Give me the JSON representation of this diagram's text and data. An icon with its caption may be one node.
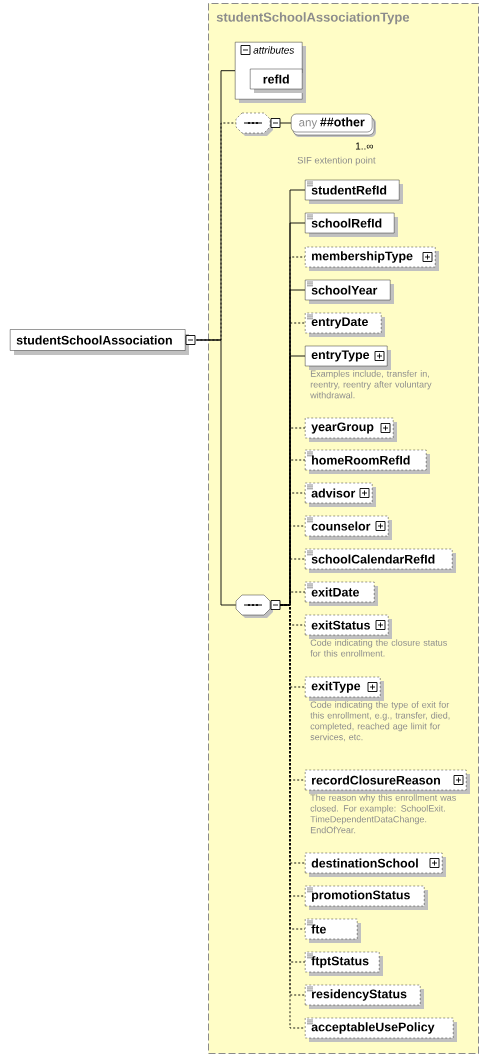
{
  "diagram": {
    "nodes": [
      {
        "text": [
          "studentSchoolAssociation"
        ]
      },
      {
        "text": [
          "studentSchoolAssociationType"
        ]
      },
      {
        "text": [
          "attributes"
        ],
        "in": 1
      },
      {
        "text": [
          "refId"
        ],
        "in": 2
      },
      {
        "text": [],
        "shape": "octagon",
        "in": 1
      },
      {
        "text": [
          "any",
          "##other"
        ],
        "beside": [
          "1..∞",
          "SIF extention point"
        ],
        "in": 1
      },
      {
        "text": [],
        "shape": "octagon",
        "in": 1
      },
      {
        "text": [
          "studentRefId"
        ],
        "in": 1
      },
      {
        "text": [
          "schoolRefId"
        ],
        "in": 1
      },
      {
        "text": [
          "membershipType"
        ],
        "in": 1
      },
      {
        "text": [
          "schoolYear"
        ],
        "in": 1
      },
      {
        "text": [
          "entryDate"
        ],
        "in": 1
      },
      {
        "text": [
          "entryType"
        ],
        "beside": [
          "Examples include, transfer in, reentry, reentry after voluntary withdrawal."
        ],
        "in": 1
      },
      {
        "text": [
          "yearGroup"
        ],
        "in": 1
      },
      {
        "text": [
          "homeRoomRefId"
        ],
        "in": 1
      },
      {
        "text": [
          "advisor"
        ],
        "in": 1
      },
      {
        "text": [
          "counselor"
        ],
        "in": 1
      },
      {
        "text": [
          "schoolCalendarRefId"
        ],
        "in": 1
      },
      {
        "text": [
          "exitDate"
        ],
        "in": 1
      },
      {
        "text": [
          "exitStatus"
        ],
        "beside": [
          "Code indicating the closure status for this enrollment."
        ],
        "in": 1
      },
      {
        "text": [
          "exitType"
        ],
        "beside": [
          "Code indicating the type of exit for this enrollment, e.g., transfer, died, completed, reached age limit for services, etc."
        ],
        "in": 1
      },
      {
        "text": [
          "recordClosureReason"
        ],
        "beside": [
          "The reason why this enrollment was closed. For example: SchoolExit. TimeDependentDataChange. EndOfYear."
        ],
        "in": 1
      },
      {
        "text": [
          "destinationSchool"
        ],
        "in": 1
      },
      {
        "text": [
          "promotionStatus"
        ],
        "in": 1
      },
      {
        "text": [
          "fte"
        ],
        "in": 1
      },
      {
        "text": [
          "ftptStatus"
        ],
        "in": 1
      },
      {
        "text": [
          "residencyStatus"
        ],
        "in": 1
      },
      {
        "text": [
          "acceptableUsePolicy"
        ],
        "in": 1
      }
    ],
    "edges": [
      {
        "from": 0,
        "to": 2,
        "arrow": "none"
      },
      {
        "from": 0,
        "to": 4,
        "arrow": "none",
        "style": "dashed"
      },
      {
        "from": 0,
        "to": 6,
        "arrow": "none"
      },
      {
        "from": 4,
        "to": 5,
        "arrow": "none"
      },
      {
        "from": 6,
        "to": 7,
        "arrow": "none"
      },
      {
        "from": 6,
        "to": 8,
        "arrow": "none"
      },
      {
        "from": 6,
        "to": 9,
        "arrow": "none",
        "style": "dashed"
      },
      {
        "from": 6,
        "to": 10,
        "arrow": "none"
      },
      {
        "from": 6,
        "to": 11,
        "arrow": "none",
        "style": "dashed"
      },
      {
        "from": 6,
        "to": 12,
        "arrow": "none"
      },
      {
        "from": 6,
        "to": 13,
        "arrow": "none",
        "style": "dashed"
      },
      {
        "from": 6,
        "to": 14,
        "arrow": "none",
        "style": "dashed"
      },
      {
        "from": 6,
        "to": 15,
        "arrow": "none",
        "style": "dashed"
      },
      {
        "from": 6,
        "to": 16,
        "arrow": "none",
        "style": "dashed"
      },
      {
        "from": 6,
        "to": 17,
        "arrow": "none",
        "style": "dashed"
      },
      {
        "from": 6,
        "to": 18,
        "arrow": "none",
        "style": "dashed"
      },
      {
        "from": 6,
        "to": 19,
        "arrow": "none",
        "style": "dashed"
      },
      {
        "from": 6,
        "to": 20,
        "arrow": "none",
        "style": "dashed"
      },
      {
        "from": 6,
        "to": 21,
        "arrow": "none",
        "style": "dashed"
      },
      {
        "from": 6,
        "to": 22,
        "arrow": "none",
        "style": "dashed"
      },
      {
        "from": 6,
        "to": 23,
        "arrow": "none",
        "style": "dashed"
      },
      {
        "from": 6,
        "to": 24,
        "arrow": "none",
        "style": "dashed"
      },
      {
        "from": 6,
        "to": 25,
        "arrow": "none",
        "style": "dashed"
      },
      {
        "from": 6,
        "to": 26,
        "arrow": "none",
        "style": "dashed"
      },
      {
        "from": 6,
        "to": 27,
        "arrow": "none",
        "style": "dashed"
      }
    ]
  }
}
